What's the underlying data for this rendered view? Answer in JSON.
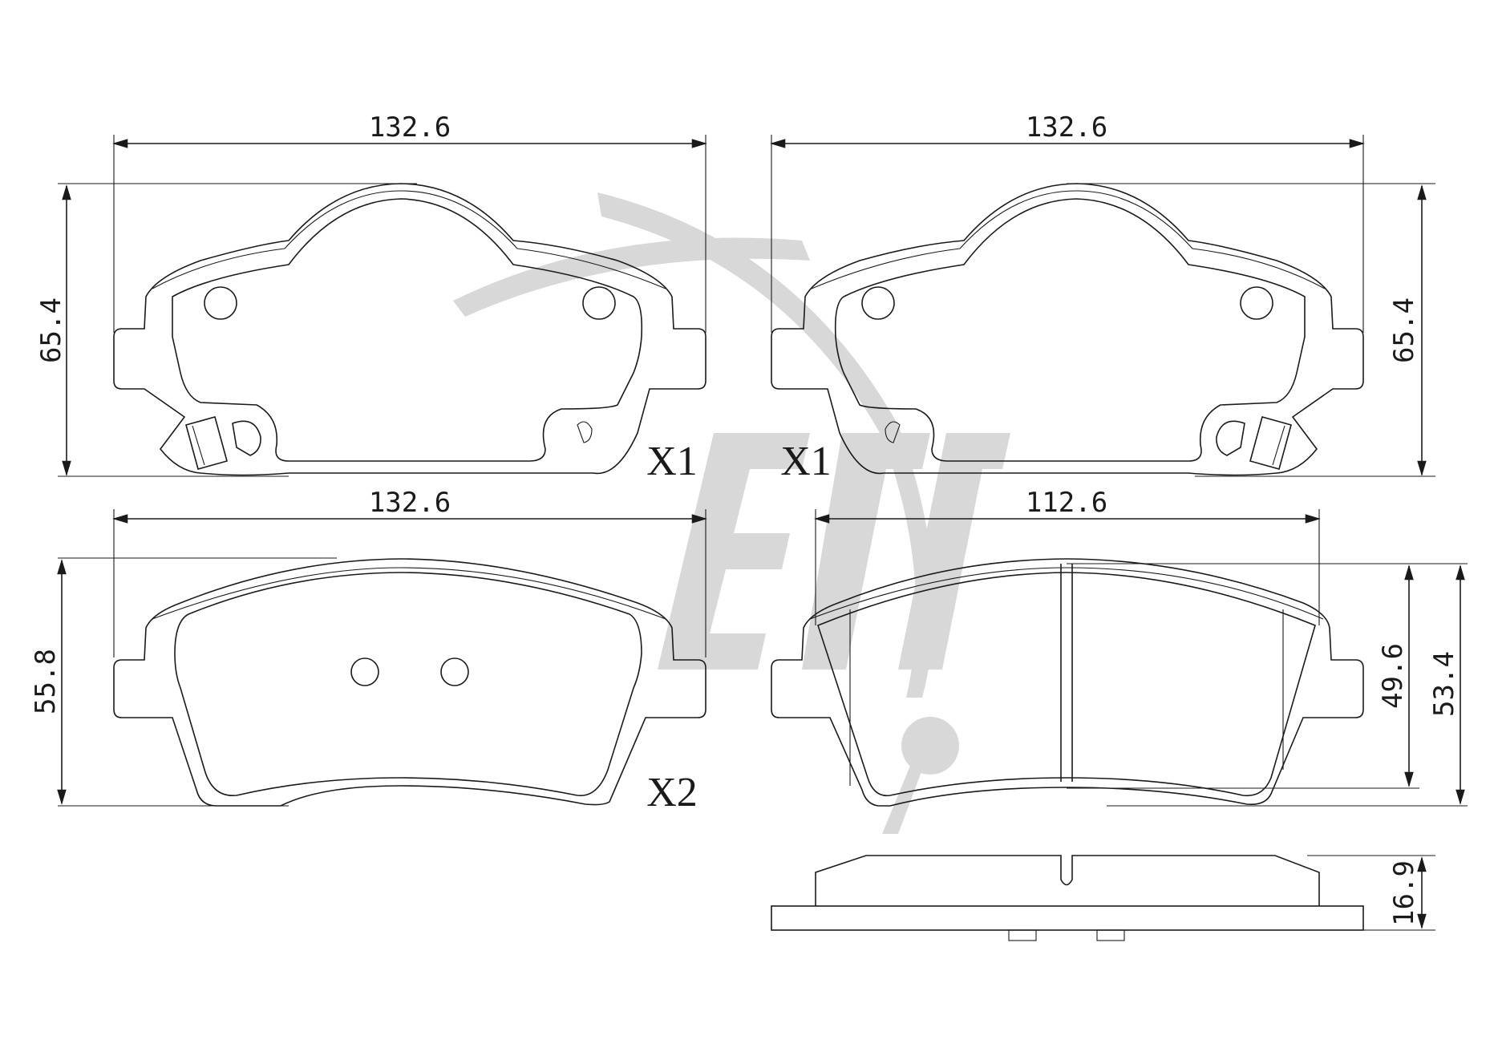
{
  "watermark": {
    "color": "#d8d8d8"
  },
  "pads": {
    "top_left": {
      "width": "132.6",
      "height": "65.4",
      "qty": "X1"
    },
    "top_right": {
      "width": "132.6",
      "height": "65.4",
      "qty": "X1"
    },
    "bottom_left": {
      "width": "132.6",
      "height": "55.8",
      "qty": "X2"
    },
    "bottom_right": {
      "width": "112.6",
      "height_inner": "49.6",
      "height_outer": "53.4"
    },
    "side_view": {
      "thickness": "16.9"
    }
  }
}
